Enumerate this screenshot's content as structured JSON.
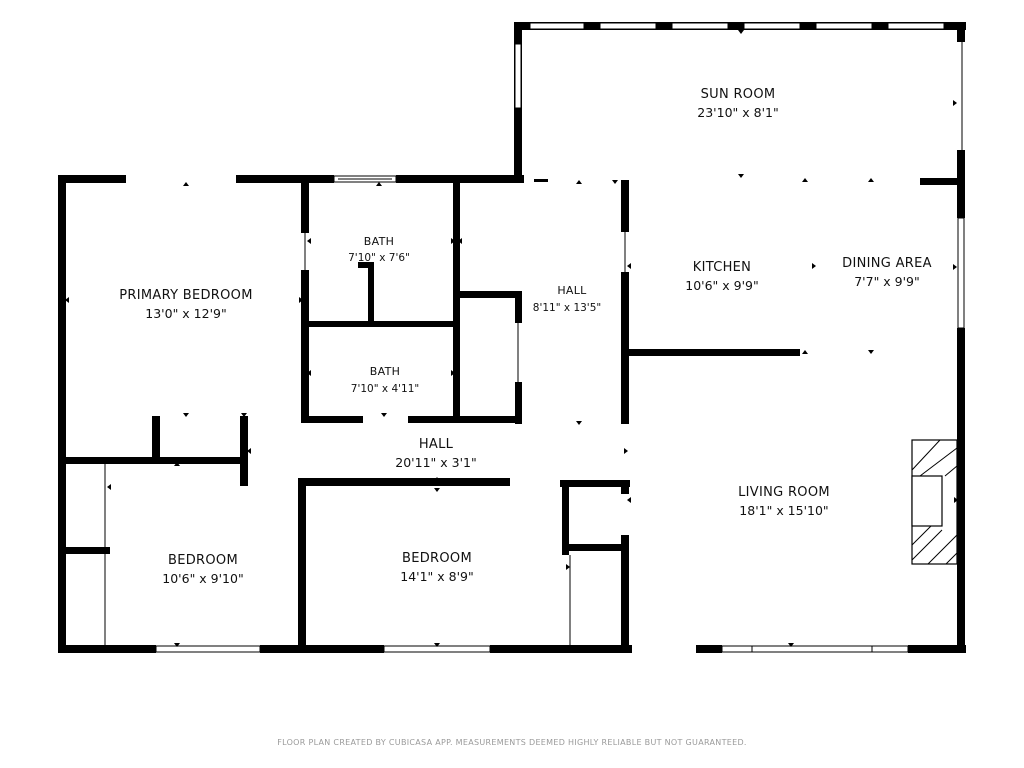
{
  "rooms": {
    "sun_room": {
      "name": "SUN ROOM",
      "dim": "23'10\" x 8'1\""
    },
    "primary_bedroom": {
      "name": "PRIMARY BEDROOM",
      "dim": "13'0\" x 12'9\""
    },
    "bath_1": {
      "name": "BATH",
      "dim": "7'10\" x 7'6\""
    },
    "bath_2": {
      "name": "BATH",
      "dim": "7'10\" x 4'11\""
    },
    "hall_vertical": {
      "name": "HALL",
      "dim": "8'11\" x 13'5\""
    },
    "kitchen": {
      "name": "KITCHEN",
      "dim": "10'6\" x 9'9\""
    },
    "dining_area": {
      "name": "DINING AREA",
      "dim": "7'7\" x 9'9\""
    },
    "hall_horizontal": {
      "name": "HALL",
      "dim": "20'11\" x 3'1\""
    },
    "living_room": {
      "name": "LIVING ROOM",
      "dim": "18'1\" x 15'10\""
    },
    "bedroom_1": {
      "name": "BEDROOM",
      "dim": "10'6\" x 9'10\""
    },
    "bedroom_2": {
      "name": "BEDROOM",
      "dim": "14'1\" x 8'9\""
    }
  },
  "footer": {
    "text": "FLOOR PLAN CREATED BY CUBICASA APP. MEASUREMENTS DEEMED HIGHLY RELIABLE BUT NOT GUARANTEED."
  }
}
